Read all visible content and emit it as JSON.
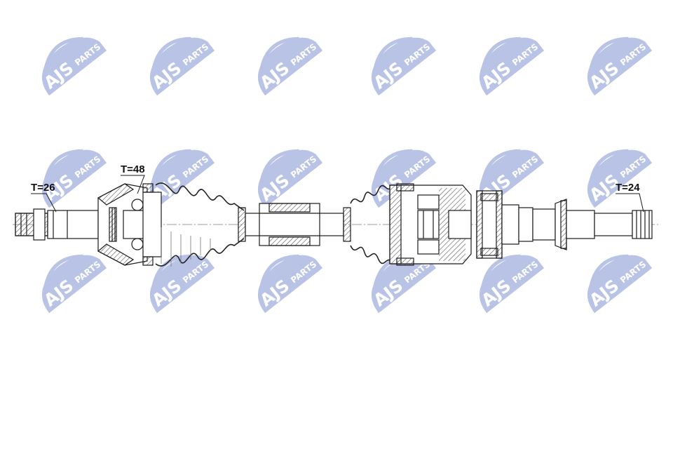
{
  "watermark": {
    "brand": "AJS",
    "suffix": "PARTS",
    "color": "#b9c3e6",
    "count": 18
  },
  "labels": {
    "outer_thread": "T=26",
    "outer_joint": "T=48",
    "inner_spline": "T=24"
  },
  "colors": {
    "line": "#1a1a1a",
    "hatch": "#555555",
    "boot": "#222222"
  }
}
